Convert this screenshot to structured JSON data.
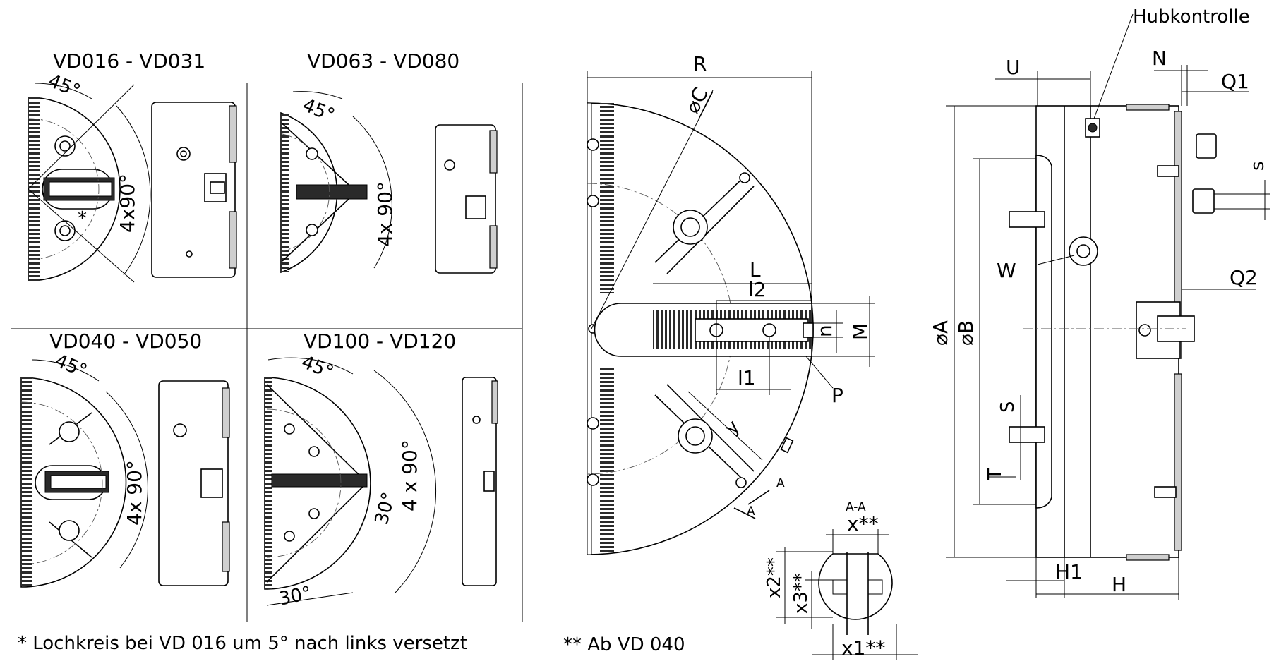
{
  "panels": {
    "p1": {
      "title": "VD016 - VD031",
      "angle_top": "45°",
      "angle_arc": "4x90°",
      "star": "*"
    },
    "p2": {
      "title": "VD063 - VD080",
      "angle_top": "45°",
      "angle_arc": "4x 90°"
    },
    "p3": {
      "title": "VD040 - VD050",
      "angle_top": "45°",
      "angle_arc": "4x 90°"
    },
    "p4": {
      "title": "VD100 - VD120",
      "angle_top": "45°",
      "angle_arc": "4 x 90°",
      "angle_30a": "30°",
      "angle_30b": "30°"
    }
  },
  "front": {
    "R": "R",
    "C": "C",
    "L": "L",
    "l2": "l2",
    "l1": "l1",
    "n": "n",
    "M": "M",
    "P": "P",
    "y": "y",
    "A1": "A",
    "A2": "A"
  },
  "section": {
    "title": "A-A",
    "x": "x**",
    "x1": "x1**",
    "x2": "x2**",
    "x3": "x3**"
  },
  "side": {
    "hub": "Hubkontrolle",
    "U": "U",
    "N": "N",
    "Q1": "Q1",
    "Q2": "Q2",
    "s_small": "s",
    "W": "W",
    "A": "A",
    "B": "B",
    "S": "S",
    "T": "T",
    "H1": "H1",
    "H": "H"
  },
  "notes": {
    "n1": "* Lochkreis bei VD 016 um 5° nach links versetzt",
    "n2": "** Ab VD 040"
  },
  "colors": {
    "line": "#000000",
    "face": "#cfcfcf",
    "jaw": "#2a2a2a"
  }
}
